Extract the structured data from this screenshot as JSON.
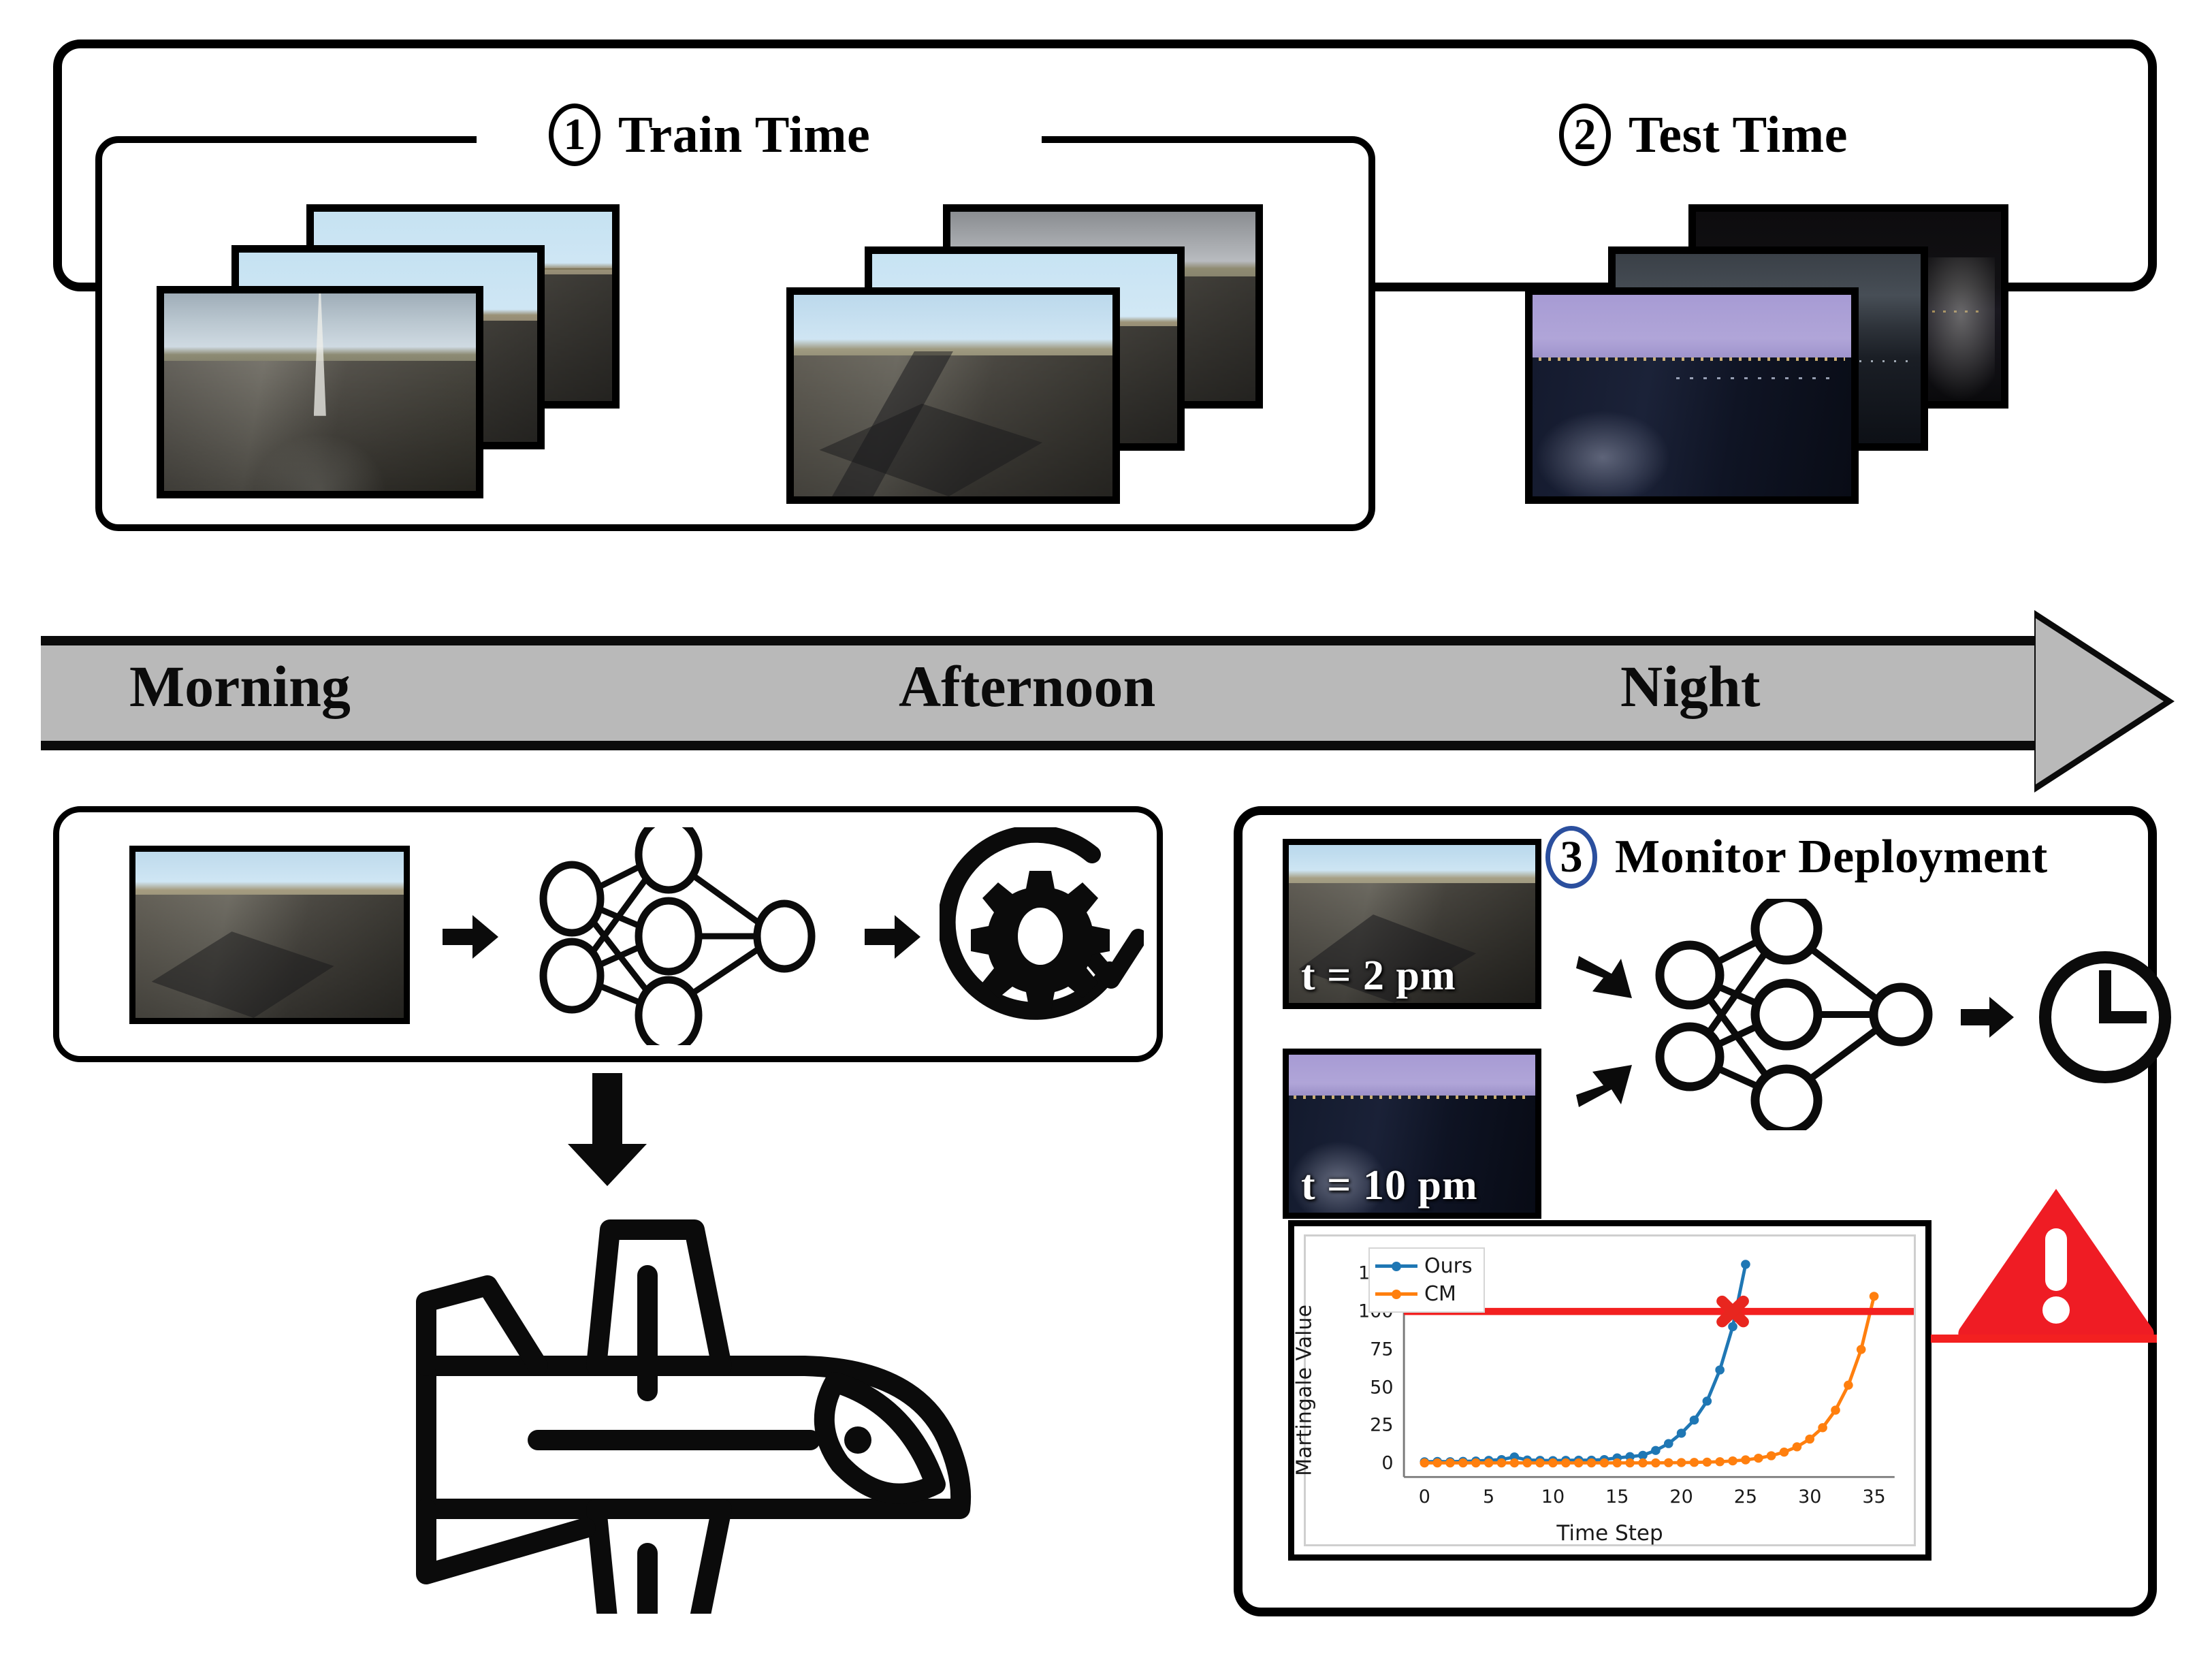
{
  "figure": {
    "top_panel": {
      "train": {
        "number": "1",
        "label": "Train Time"
      },
      "test": {
        "number": "2",
        "label": "Test Time"
      }
    },
    "timeline": {
      "segments": [
        "Morning",
        "Afternoon",
        "Night"
      ],
      "arrow_color": "#b9b9b9"
    },
    "train_flow": {
      "input_icon": "runway-photo",
      "arrow1_icon": "right-arrow-icon",
      "network_icon": "neural-network-icon",
      "arrow2_icon": "right-arrow-icon",
      "output_icon": "gear-refresh-icon",
      "down_arrow_icon": "down-arrow-icon",
      "result_icon": "airplane-icon"
    },
    "monitor": {
      "number": "3",
      "label": "Monitor Deployment",
      "number_color": "#2b4f9e",
      "photos": [
        {
          "caption": "t = 2 pm",
          "scene": "afternoon-runway"
        },
        {
          "caption": "t = 10 pm",
          "scene": "night-runway"
        }
      ],
      "network_icon": "neural-network-icon",
      "output_icon": "clock-icon",
      "alert_icon": "warning-triangle-icon",
      "alert_color": "#ef1c24"
    }
  },
  "chart_data": {
    "type": "line",
    "title": "",
    "xlabel": "Time Step",
    "ylabel": "Martingale Value",
    "xlim": [
      -1.6,
      36.6
    ],
    "ylim": [
      -9,
      140
    ],
    "xticks": [
      0,
      5,
      10,
      15,
      20,
      25,
      30,
      35
    ],
    "yticks": [
      0,
      25,
      50,
      75,
      100,
      125
    ],
    "grid": false,
    "legend_position": "upper left",
    "threshold": {
      "value": 100,
      "color": "#f32020",
      "label": ""
    },
    "detection_marker": {
      "x": 24,
      "y": 100,
      "symbol": "x",
      "color": "#e8261f"
    },
    "x": [
      0,
      1,
      2,
      3,
      4,
      5,
      6,
      7,
      8,
      9,
      10,
      11,
      12,
      13,
      14,
      15,
      16,
      17,
      18,
      19,
      20,
      21,
      22,
      23,
      24,
      25,
      26,
      27,
      28,
      29,
      30,
      31,
      32,
      33,
      34,
      35
    ],
    "series": [
      {
        "name": "Ours",
        "color": "#1f77b4",
        "values": [
          1.0,
          1.2,
          1.1,
          1.3,
          1.5,
          2.0,
          2.5,
          4.2,
          2.2,
          2.0,
          1.8,
          2.0,
          2.1,
          2.1,
          2.5,
          3.6,
          4.4,
          5.3,
          8.5,
          13.0,
          19.8,
          28.5,
          41.0,
          61.5,
          90.0,
          131.0,
          null,
          null,
          null,
          null,
          null,
          null,
          null,
          null,
          null,
          null
        ]
      },
      {
        "name": "CM",
        "color": "#ff7f0e",
        "values": [
          0.3,
          0.3,
          0.3,
          0.3,
          0.3,
          0.3,
          0.3,
          0.3,
          0.3,
          0.3,
          0.3,
          0.3,
          0.3,
          0.3,
          0.3,
          0.3,
          0.3,
          0.3,
          0.3,
          0.4,
          0.5,
          0.6,
          0.8,
          1.1,
          1.6,
          2.3,
          3.4,
          5.0,
          7.4,
          10.9,
          16.0,
          23.5,
          35.0,
          51.5,
          75.0,
          110.0
        ]
      }
    ]
  }
}
